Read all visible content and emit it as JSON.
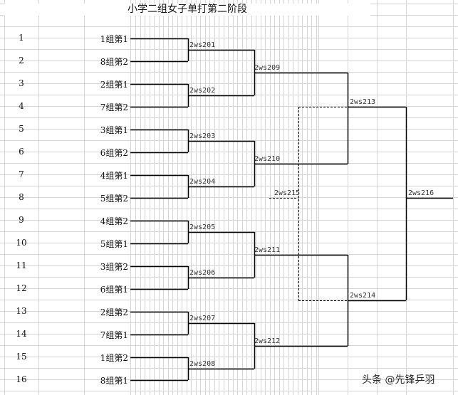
{
  "sheet": {
    "title": "小学二组女子单打第二阶段"
  },
  "seeds": [
    {
      "no": "1",
      "name": "1组第1"
    },
    {
      "no": "2",
      "name": "8组第2"
    },
    {
      "no": "3",
      "name": "2组第1"
    },
    {
      "no": "4",
      "name": "7组第2"
    },
    {
      "no": "5",
      "name": "3组第1"
    },
    {
      "no": "6",
      "name": "6组第2"
    },
    {
      "no": "7",
      "name": "4组第1"
    },
    {
      "no": "8",
      "name": "5组第2"
    },
    {
      "no": "9",
      "name": "4组第2"
    },
    {
      "no": "10",
      "name": "5组第1"
    },
    {
      "no": "11",
      "name": "3组第2"
    },
    {
      "no": "12",
      "name": "6组第1"
    },
    {
      "no": "13",
      "name": "2组第2"
    },
    {
      "no": "14",
      "name": "7组第1"
    },
    {
      "no": "15",
      "name": "1组第2"
    },
    {
      "no": "16",
      "name": "8组第1"
    }
  ],
  "matches": {
    "round1": [
      "2ws201",
      "2ws202",
      "2ws203",
      "2ws204",
      "2ws205",
      "2ws206",
      "2ws207",
      "2ws208"
    ],
    "round2": [
      "2ws209",
      "2ws210",
      "2ws211",
      "2ws212"
    ],
    "semifinal": [
      "2ws213",
      "2ws214"
    ],
    "third_place": "2ws215",
    "final": "2ws216"
  },
  "watermark": "头条 @先锋乒羽",
  "colors": {
    "grid": "#d4d4d4",
    "bracket": "#000000",
    "text": "#111111"
  }
}
